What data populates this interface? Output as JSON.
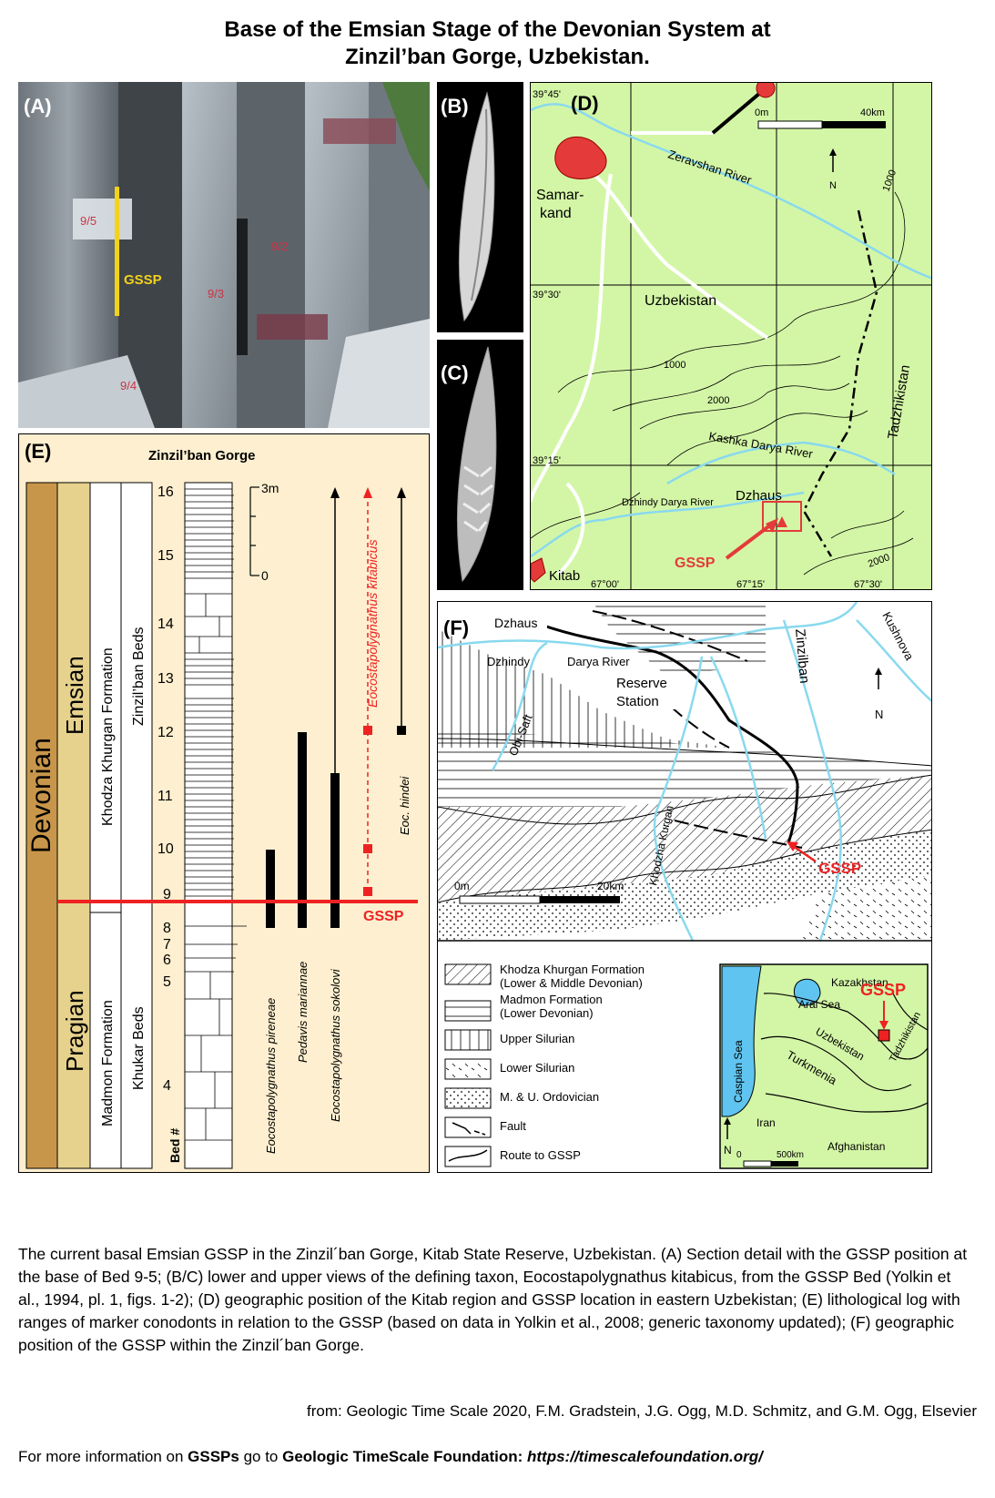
{
  "title": {
    "line1": "Base of the Emsian Stage of the Devonian System at",
    "line2": "Zinzil’ban Gorge, Uzbekistan."
  },
  "panel_a": {
    "label": "(A)",
    "beds": [
      "9/5",
      "9/2",
      "9/3",
      "9/4"
    ],
    "gssp": "GSSP"
  },
  "panel_b": {
    "label": "(B)"
  },
  "panel_c": {
    "label": "(C)"
  },
  "panel_d": {
    "label": "(D)",
    "lat_labels": [
      "39°45'",
      "39°30'",
      "39°15'"
    ],
    "lon_labels": [
      "67°00'",
      "67°15'",
      "67°30'"
    ],
    "scale": {
      "zero": "0m",
      "max": "40km"
    },
    "north": "N",
    "places": {
      "samarkand_1": "Samar-",
      "samarkand_2": "kand",
      "uzbekistan": "Uzbekistan",
      "tadzhikistan": "Tadzhikistan",
      "dzhaus": "Dzhaus",
      "kitab": "Kitab"
    },
    "rivers": {
      "zeravshan": "Zeravshan River",
      "kashka": "Kashka Darya River",
      "dzhindy": "Dzhindy Darya River"
    },
    "contours": [
      "1000",
      "1000",
      "2000",
      "2000"
    ],
    "gssp": "GSSP"
  },
  "panel_e": {
    "label": "(E)",
    "heading": "Zinzil’ban Gorge",
    "system": "Devonian",
    "stages": [
      "Emsian",
      "Pragian"
    ],
    "formations": [
      "Khodza Khurgan Formation",
      "Madmon Formation"
    ],
    "beds_units": [
      "Zinzil’ban Beds",
      "Khukar Beds"
    ],
    "bed_numbers": [
      "16",
      "15",
      "14",
      "13",
      "12",
      "11",
      "10",
      "9",
      "8",
      "7",
      "6",
      "5",
      "4"
    ],
    "bed_axis_label": "Bed #",
    "scale": {
      "top": "3m",
      "bottom": "0"
    },
    "taxa": [
      "Eocostapolygnathus pireneae",
      "Pedavis mariannae",
      "Eocostapolygnathus sokolovi",
      "Eocostapolygnathus kitabicus",
      "Eoc. hindei"
    ],
    "gssp": "GSSP",
    "colors": {
      "system": "#c8964a",
      "stage": "#e6d28c",
      "background": "#fdefcf",
      "gssp": "#ee2222"
    }
  },
  "panel_f": {
    "label": "(F)",
    "places": {
      "dzhaus": "Dzhaus",
      "dzhindy": "Dzhindy",
      "darya_river": "Darya River",
      "reserve": "Reserve",
      "station": "Station",
      "obi_saft": "Obi-Saft",
      "zinzilban": "Zinzilban",
      "kushnova": "Kushnova",
      "khodzha": "Khodzha Kurgan"
    },
    "scale": {
      "zero": "0m",
      "max": "20km"
    },
    "north": "N",
    "gssp": "GSSP",
    "legend": [
      {
        "line1": "Khodza Khurgan Formation",
        "line2": "(Lower & Middle Devonian)"
      },
      {
        "line1": "Madmon Formation",
        "line2": "(Lower Devonian)"
      },
      {
        "line1": "Upper Silurian",
        "line2": ""
      },
      {
        "line1": "Lower Silurian",
        "line2": ""
      },
      {
        "line1": "M. & U. Ordovician",
        "line2": ""
      },
      {
        "line1": "Fault",
        "line2": ""
      },
      {
        "line1": "Route to GSSP",
        "line2": ""
      }
    ],
    "inset": {
      "places": {
        "kazakhstan": "Kazakhstan",
        "aral": "Aral Sea",
        "caspian": "Caspian Sea",
        "uzbekistan": "Uzbekistan",
        "turkmenia": "Turkmenia",
        "tadzhikistan": "Tadzhikistan",
        "iran": "Iran",
        "afghanistan": "Afghanistan"
      },
      "gssp": "GSSP",
      "north": "N",
      "scale": {
        "zero": "0",
        "max": "500km"
      }
    }
  },
  "caption": "The current basal Emsian GSSP in the Zinzil´ban Gorge, Kitab State Reserve, Uzbekistan. (A) Section detail with the GSSP position at the base of Bed 9-5; (B/C) lower and upper views of the defining taxon, Eocostapolygnathus kitabicus, from the GSSP Bed (Yolkin et al., 1994, pl. 1, figs. 1-2); (D) geographic position of the Kitab region and GSSP location in eastern Uzbekistan; (E) lithological log with ranges of marker conodonts in relation to the GSSP (based on data in Yolkin et al., 2008; generic taxonomy updated); (F) geographic position of the GSSP within the Zinzil´ban Gorge.",
  "source": "from: Geologic Time Scale 2020, F.M. Gradstein, J.G. Ogg, M.D. Schmitz, and G.M. Ogg, Elsevier",
  "more": {
    "prefix": "For more information on ",
    "gssps": "GSSPs",
    "mid": " go to ",
    "foundation": "Geologic TimeScale Foundation:",
    "url": "https://timescalefoundation.org/"
  }
}
